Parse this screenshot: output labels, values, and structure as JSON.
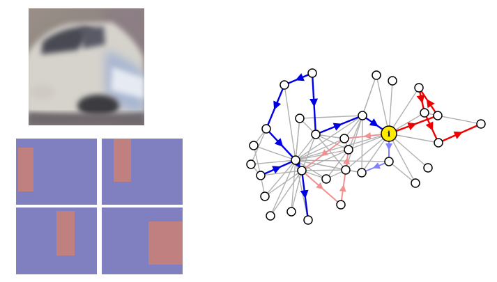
{
  "colors": {
    "tile_bg": "#8080c0",
    "tile_patch": "#c08080",
    "edge": "#b0b0b0",
    "path_blue": "#0000e6",
    "path_red": "#ee0000",
    "path_light_blue": "#8080ff",
    "path_light_red": "#f09090",
    "node_fill": "#ffffff",
    "node_stroke": "#000000",
    "center_fill": "#ffeb00"
  },
  "photo": {
    "subject": "car-photo"
  },
  "tiles": [
    {
      "name": "tile-top-left"
    },
    {
      "name": "tile-top-right"
    },
    {
      "name": "tile-bottom-left"
    },
    {
      "name": "tile-bottom-right"
    }
  ],
  "graph": {
    "center_label": "i"
  }
}
